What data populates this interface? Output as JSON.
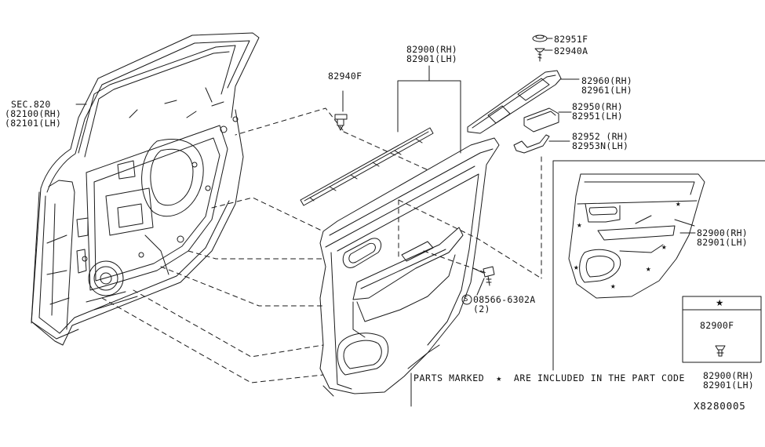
{
  "labels": {
    "sec": "SEC.820",
    "sec_rh": "(82100(RH)",
    "sec_lh": "(82101(LH)",
    "p82940f": "82940F",
    "p82900rh": "82900(RH)",
    "p82901lh": "82901(LH)",
    "p82951f": "82951F",
    "p82940a": "82940A",
    "p82960rh": "82960(RH)",
    "p82961lh": "82961(LH)",
    "p82950rh": "82950(RH)",
    "p82951lh": "82951(LH)",
    "p82952rh": "82952 (RH)",
    "p82953lh": "82953N(LH)",
    "screw_code": "08566-6302A",
    "screw_qty": "(2)",
    "screw_prefix": "S",
    "inset_82900rh": "82900(RH)",
    "inset_82901lh": "82901(LH)",
    "box_star": "★",
    "box_part": "82900F"
  },
  "note": {
    "text": "PARTS MARKED  ★  ARE INCLUDED IN THE PART CODE",
    "rh": "82900(RH)",
    "lh": "82901(LH)"
  },
  "diagram_code": "X8280005",
  "colors": {
    "line": "#1a1a1a",
    "background": "#ffffff"
  }
}
